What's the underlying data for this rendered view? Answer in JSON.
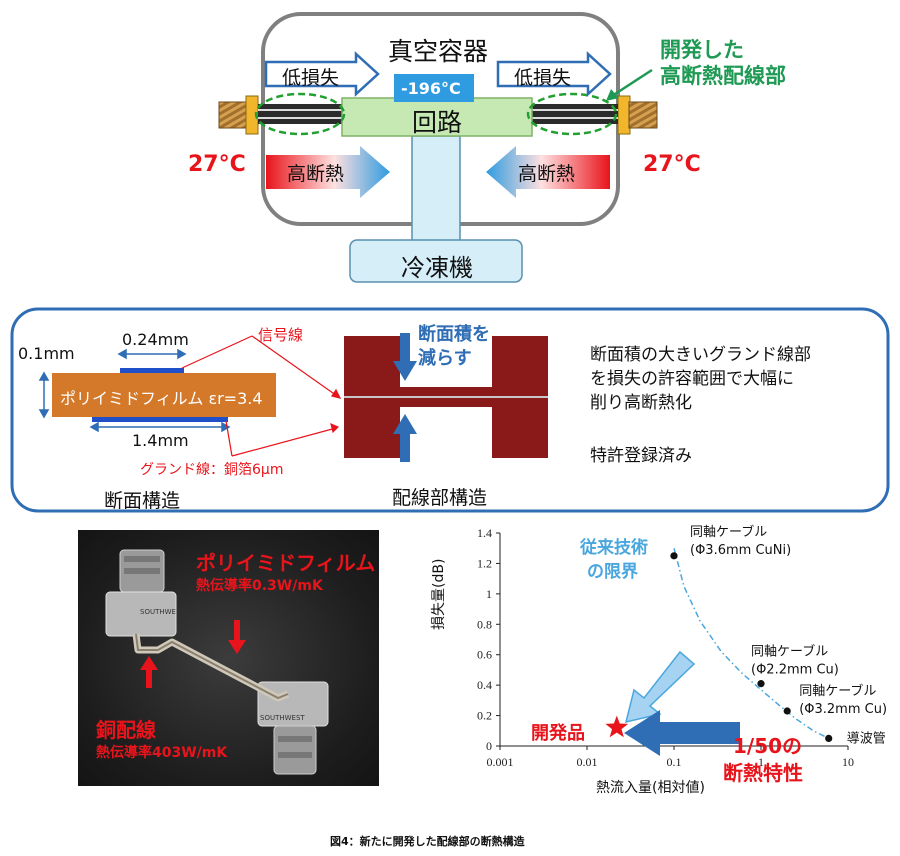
{
  "vessel": {
    "title": "真空容器",
    "circuit": "回路",
    "temp_inner": "-196°C",
    "temp_left": "27°C",
    "temp_right": "27°C",
    "low_loss_left": "低損失",
    "low_loss_right": "低損失",
    "high_insulation_left": "高断熱",
    "high_insulation_right": "高断熱",
    "refrigerator": "冷凍機",
    "callout": [
      "開発した",
      "高断熱配線部"
    ]
  },
  "cross_section": {
    "dim_thickness": "0.1mm",
    "dim_signal_width": "0.24mm",
    "dim_ground_width": "1.4mm",
    "film_label": "ポリイミドフィルム εr=3.4",
    "signal_line_label": "信号線",
    "ground_line_label": "グランド線：銅箔6μm",
    "caption_section": "断面構造",
    "reduce_area": [
      "断面積を",
      "減らす"
    ],
    "caption_wiring": "配線部構造",
    "description": [
      "断面積の大きいグランド線部",
      "を損失の許容範囲で大幅に",
      "削り高断熱化"
    ],
    "patent": "特許登録済み"
  },
  "photo": {
    "film_title": "ポリイミドフィルム",
    "film_conductivity": "熱伝導率0.3W/mK",
    "copper_title": "銅配線",
    "copper_conductivity": "熱伝導率403W/mK",
    "connector_text": "SOUTHWEST"
  },
  "chart_data": {
    "type": "scatter",
    "xlabel": "熱流入量(相対値)",
    "ylabel": "損失量(dB)",
    "x_scale": "log",
    "xlim": [
      0.001,
      10
    ],
    "ylim": [
      0,
      1.4
    ],
    "x_ticks": [
      "0.001",
      "0.01",
      "0.1",
      "1",
      "10"
    ],
    "y_ticks": [
      "0",
      "0.2",
      "0.4",
      "0.6",
      "0.8",
      "1",
      "1.2",
      "1.4"
    ],
    "points": [
      {
        "x": 0.1,
        "y": 1.25,
        "label": [
          "同軸ケーブル",
          "(Φ3.6mm CuNi)"
        ]
      },
      {
        "x": 1.0,
        "y": 0.41,
        "label": [
          "同軸ケーブル",
          "(Φ2.2mm Cu)"
        ]
      },
      {
        "x": 2.0,
        "y": 0.23,
        "label": [
          "同軸ケーブル",
          "(Φ3.2mm Cu)"
        ]
      },
      {
        "x": 6.0,
        "y": 0.05,
        "label": [
          "導波管"
        ]
      }
    ],
    "developed": {
      "x": 0.022,
      "y": 0.2,
      "label": "開発品"
    },
    "limit_label": [
      "従来技術",
      "の限界"
    ],
    "improvement_label": [
      "1/50の",
      "断熱特性"
    ]
  },
  "figure_caption": "図4：新たに開発した配線部の断熱構造",
  "colors": {
    "red": "#e8141b",
    "blue": "#2f6db5",
    "green": "#1f9a54",
    "circuit": "#c6e9b4",
    "brown": "#8a1a1a",
    "film": "#d4782a"
  }
}
